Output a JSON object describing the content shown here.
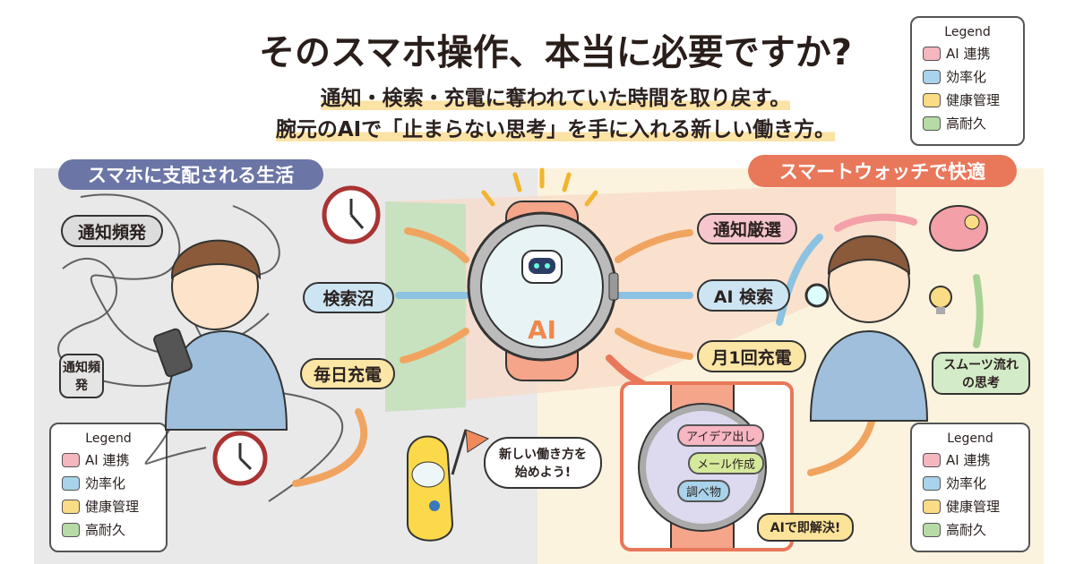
{
  "title": "そのスマホ操作、本当に必要ですか?",
  "subtitle1": "通知・検索・充電に奪われていた時間を取り戻す。",
  "subtitle2": "腕元のAIで「止まらない思考」を手に入れる新しい働き方。",
  "legend": {
    "title": "Legend",
    "items": [
      {
        "label": "AI 連携",
        "color": "#f4b6bf"
      },
      {
        "label": "効率化",
        "color": "#a9d3ea"
      },
      {
        "label": "健康管理",
        "color": "#f9dc85"
      },
      {
        "label": "高耐久",
        "color": "#b7dba6"
      }
    ]
  },
  "left": {
    "header": "スマホに支配される生活",
    "header_color": "#6b76a6",
    "labels": {
      "notify": "通知頻発",
      "search": "検索沼",
      "charge": "毎日充電",
      "notify_small": "通知頻発"
    }
  },
  "right": {
    "header": "スマートウォッチで快適",
    "header_color": "#e9775a",
    "labels": {
      "notify": "通知厳選",
      "search": "AI 検索",
      "charge": "月1回充電",
      "flow": "スムーツ流れの思考"
    }
  },
  "watch": {
    "badge": "AI"
  },
  "mascot_speech": "新しい働き方を始めよう!",
  "inset": {
    "chat": [
      "アイデア出し",
      "メール作成",
      "調べ物"
    ],
    "callout": "AIで即解決!"
  }
}
